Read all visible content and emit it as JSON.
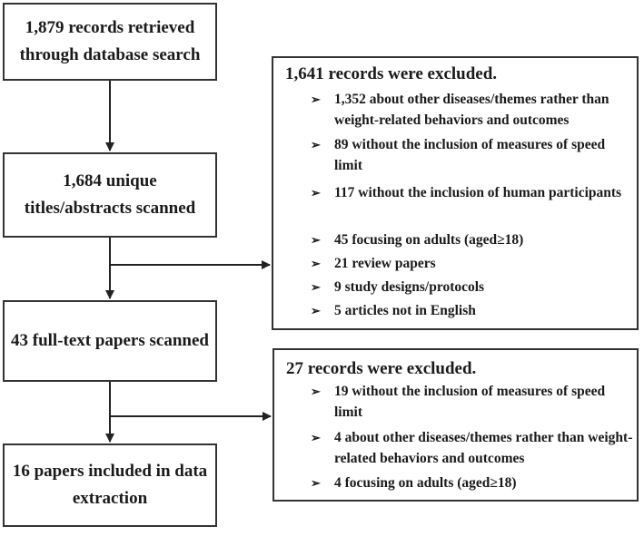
{
  "flow": {
    "box1": "1,879 records retrieved through database search",
    "box2": "1,684 unique titles/abstracts scanned",
    "box3": "43 full-text papers scanned",
    "box4": "16 papers included in data extraction"
  },
  "exclusion1": {
    "title": "1,641 records were excluded.",
    "items": [
      "1,352 about other diseases/themes rather than weight-related behaviors and outcomes",
      "89 without the inclusion of measures of speed limit",
      "117 without the inclusion of human participants",
      "45 focusing on adults (aged≥18)",
      "21 review papers",
      "9 study designs/protocols",
      "5 articles not in English"
    ]
  },
  "exclusion2": {
    "title": "27 records were excluded.",
    "items": [
      "19 without the inclusion of measures of speed limit",
      "4 about other diseases/themes rather than weight-related behaviors and outcomes",
      "4 focusing on adults (aged≥18)"
    ]
  },
  "bullet_glyph": "➢"
}
